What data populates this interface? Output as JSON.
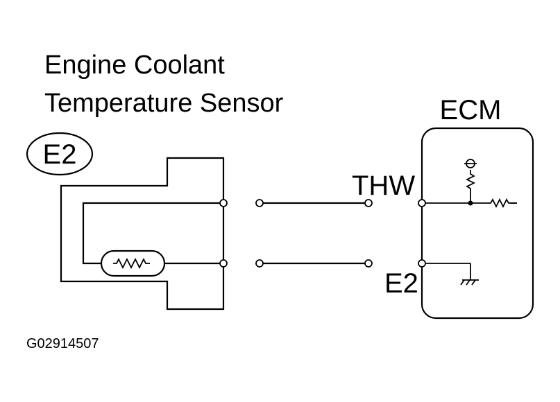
{
  "sensor_title_line1": "Engine Coolant",
  "sensor_title_line2": "Temperature Sensor",
  "connector_label": "E2",
  "ecm_label": "ECM",
  "pin_thw": "THW",
  "pin_e2": "E2",
  "figure_code": "G02914507"
}
